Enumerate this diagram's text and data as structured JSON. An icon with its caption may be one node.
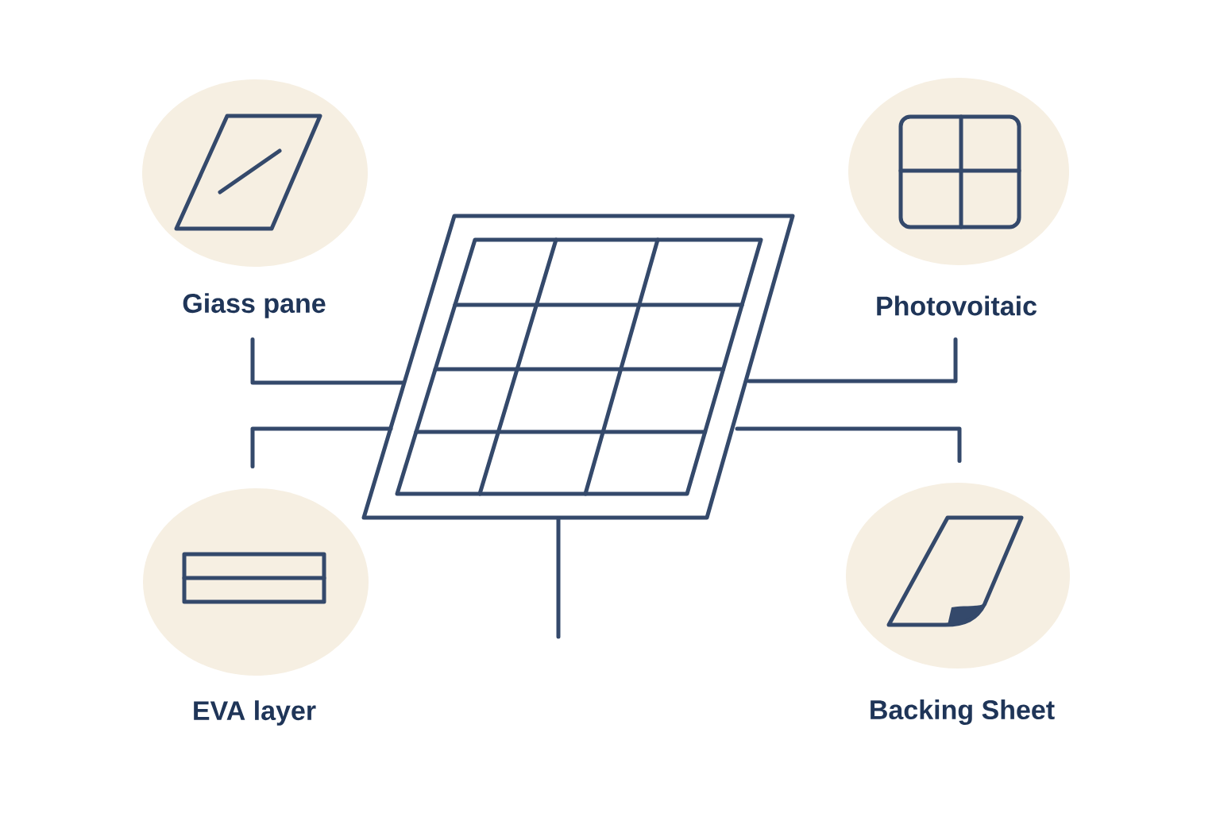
{
  "diagram": {
    "nodes": [
      {
        "text": [
          "Giass pane"
        ]
      },
      {
        "text": [
          "Photovoitaic"
        ]
      },
      {
        "text": [],
        "shape": "picture"
      },
      {
        "text": [
          "EVA layer"
        ]
      },
      {
        "text": [
          "Backing Sheet"
        ]
      }
    ],
    "edges": [
      {
        "from": 0,
        "to": 2,
        "arrow": "none"
      },
      {
        "from": 1,
        "to": 2,
        "arrow": "none"
      },
      {
        "from": 3,
        "to": 2,
        "arrow": "none"
      },
      {
        "from": 4,
        "to": 2,
        "arrow": "none"
      }
    ]
  }
}
